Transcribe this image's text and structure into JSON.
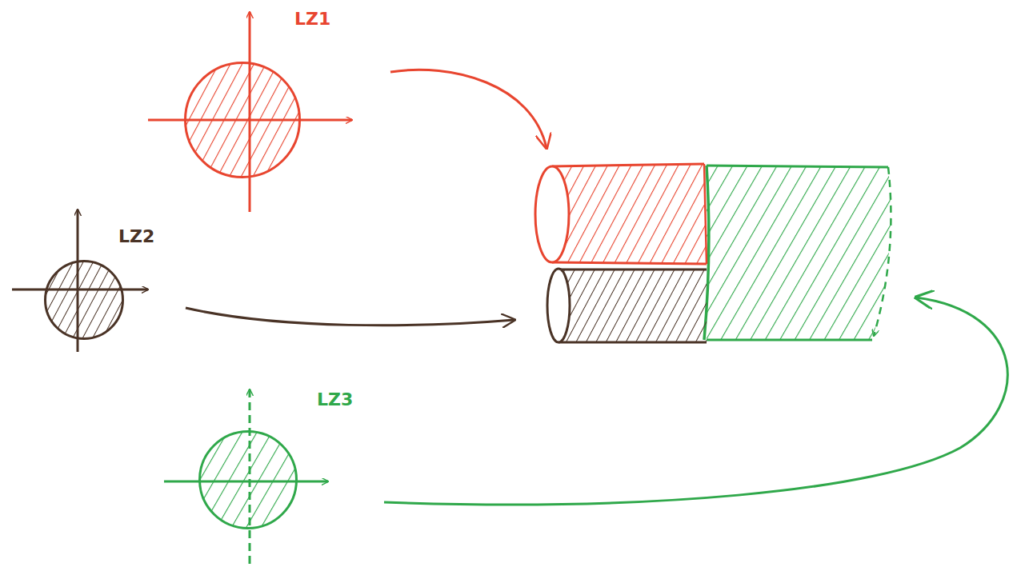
{
  "diagram": {
    "nodes": [
      {
        "text": [
          "LZ1"
        ]
      },
      {
        "text": [
          "LZ2"
        ]
      },
      {
        "text": [
          "LZ3"
        ]
      }
    ]
  }
}
